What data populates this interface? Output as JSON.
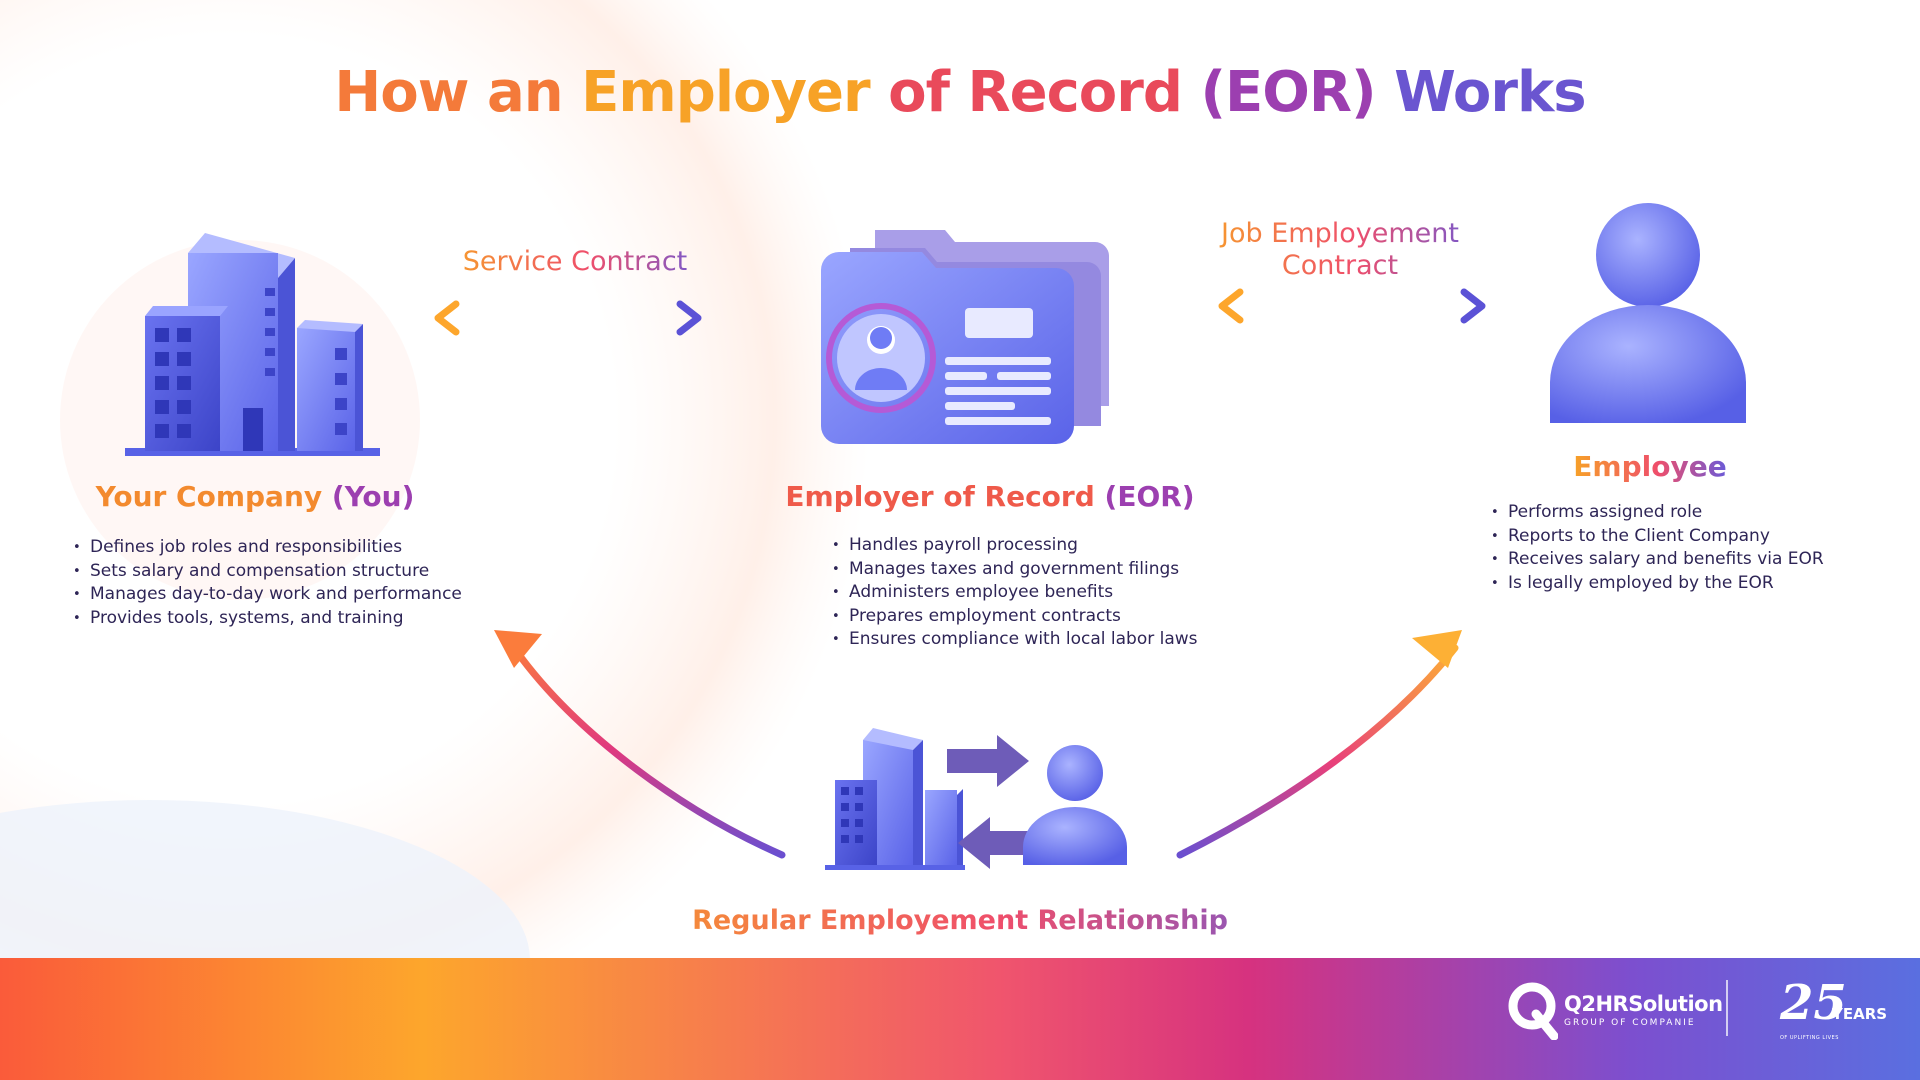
{
  "title": {
    "word1": "How",
    "word2": "an",
    "word3": "Employer",
    "word4": "of",
    "word5": "Record",
    "word6": "(EOR)",
    "word7": "Works"
  },
  "flows": {
    "service_contract": "Service Contract",
    "job_contract_line1": "Job Employement",
    "job_contract_line2": "Contract",
    "regular_relationship": "Regular Employement Relationship"
  },
  "company": {
    "heading_main": "Your Company",
    "heading_suffix": "(You)",
    "bullets": [
      "Defines job roles and responsibilities",
      "Sets salary and compensation structure",
      "Manages day-to-day work and performance",
      "Provides tools, systems, and training"
    ]
  },
  "eor": {
    "heading_main": "Employer of Record",
    "heading_suffix": "(EOR)",
    "bullets": [
      "Handles payroll processing",
      "Manages taxes and government filings",
      "Administers employee benefits",
      "Prepares employment contracts",
      "Ensures compliance with local labor laws"
    ]
  },
  "employee": {
    "heading": "Employee",
    "bullets": [
      "Performs assigned role",
      "Reports to the Client Company",
      "Receives salary and benefits via EOR",
      "Is legally employed by the EOR"
    ]
  },
  "footer": {
    "brand_name": "Q2HRSolution",
    "brand_sub": "GROUP OF COMPANIE",
    "years_number": "25",
    "years_label": "YEARS",
    "years_sub": "OF UPLIFTING LIVES"
  },
  "colors": {
    "orange": "#f7a227",
    "coral": "#f47a3a",
    "pink": "#e94a5b",
    "purple": "#9c3fb0",
    "indigo": "#6a55d0",
    "icon_blue": "#6f7cf5"
  },
  "icons": [
    "building-icon",
    "id-folder-icon",
    "person-icon",
    "relationship-icon",
    "double-arrow-icon",
    "curved-arrow-icon"
  ]
}
